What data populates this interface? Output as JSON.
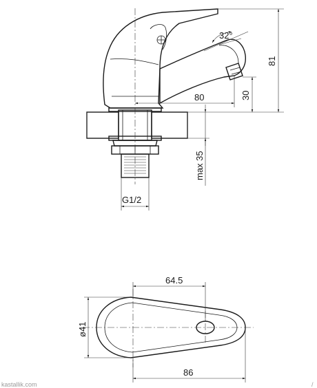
{
  "dimensions": {
    "angle": "32°",
    "height_total": "81",
    "spout_height": "30",
    "reach": "80",
    "max_thickness": "max 35",
    "thread": "G1/2",
    "handle_length": "64.5",
    "base_diameter": "ø41",
    "total_length": "86"
  },
  "watermark": "kastallik.com",
  "corner_mark": "/"
}
